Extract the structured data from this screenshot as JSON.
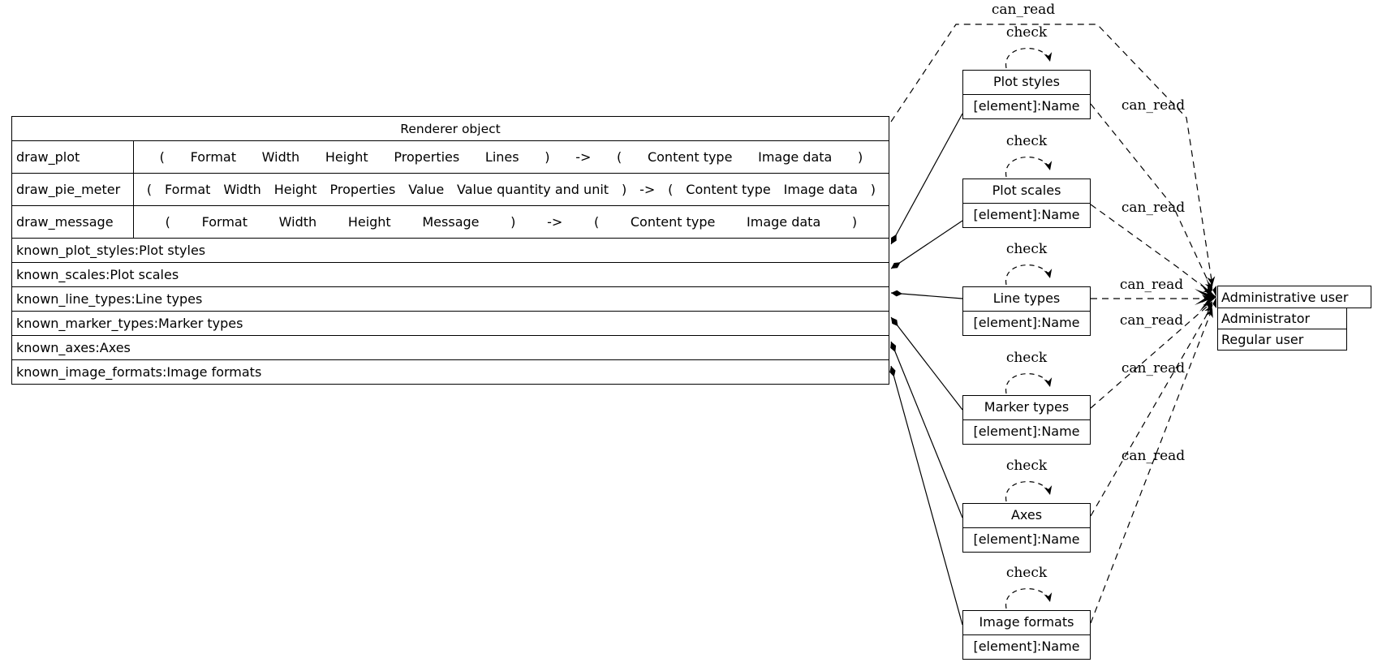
{
  "diagram": {
    "renderer_table": {
      "title": "Renderer object",
      "methods": [
        {
          "name": "draw_plot",
          "tokens": [
            "(",
            "Format",
            "Width",
            "Height",
            "Properties",
            "Lines",
            ")",
            "->",
            "(",
            "Content type",
            "Image data",
            ")"
          ]
        },
        {
          "name": "draw_pie_meter",
          "tokens": [
            "(",
            "Format",
            "Width",
            "Height",
            "Properties",
            "Value",
            "Value quantity and unit",
            ")",
            "->",
            "(",
            "Content type",
            "Image data",
            ")"
          ]
        },
        {
          "name": "draw_message",
          "tokens": [
            "(",
            "Format",
            "Width",
            "Height",
            "Message",
            ")",
            "->",
            "(",
            "Content type",
            "Image data",
            ")"
          ]
        }
      ],
      "attributes": [
        "known_plot_styles:Plot styles",
        "known_scales:Plot scales",
        "known_line_types:Line types",
        "known_marker_types:Marker types",
        "known_axes:Axes",
        "known_image_formats:Image formats"
      ]
    },
    "element_boxes": [
      {
        "title": "Plot styles",
        "attr": "[element]:Name"
      },
      {
        "title": "Plot scales",
        "attr": "[element]:Name"
      },
      {
        "title": "Line types",
        "attr": "[element]:Name"
      },
      {
        "title": "Marker types",
        "attr": "[element]:Name"
      },
      {
        "title": "Axes",
        "attr": "[element]:Name"
      },
      {
        "title": "Image formats",
        "attr": "[element]:Name"
      }
    ],
    "user_box": {
      "title": "Administrative user",
      "rows": [
        "Administrator",
        "Regular user"
      ]
    },
    "edge_labels": {
      "check": "check",
      "can_read": "can_read"
    },
    "colors": {
      "line": "#000000",
      "background": "#ffffff"
    }
  }
}
